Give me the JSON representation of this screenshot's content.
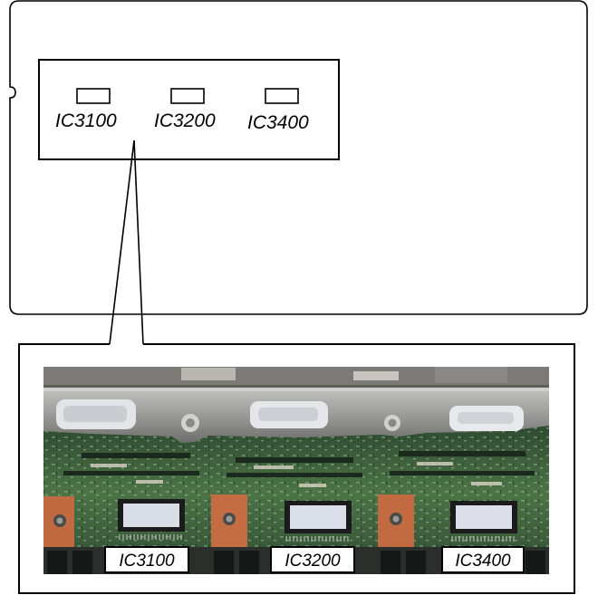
{
  "overview": {
    "ic_labels": [
      "IC3100",
      "IC3200",
      "IC3400"
    ]
  },
  "photo": {
    "tags": [
      "IC3100",
      "IC3200",
      "IC3400"
    ]
  },
  "colors": {
    "line": "#000000",
    "board_green": "#3f6a3a",
    "board_dark": "#24402a",
    "copper_pad": "#c06a42",
    "metal_bracket": "#9c9c9a",
    "chip_label": "#d9dde8"
  }
}
